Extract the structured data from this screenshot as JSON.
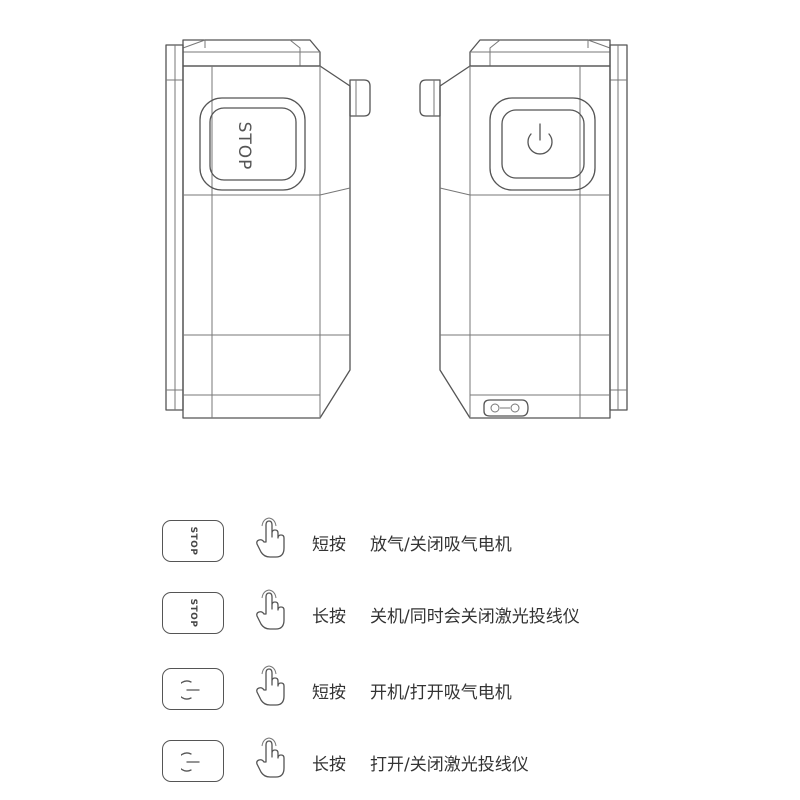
{
  "device": {
    "left_button_label": "STOP",
    "left_icon": "stop-button",
    "right_icon": "power-icon"
  },
  "legend": [
    {
      "button": "STOP",
      "icon": "stop-button",
      "gesture": "finger-press-icon",
      "press": "短按",
      "action": "放气/关闭吸气电机"
    },
    {
      "button": "STOP",
      "icon": "stop-button",
      "gesture": "finger-press-icon",
      "press": "长按",
      "action": "关机/同时会关闭激光投线仪"
    },
    {
      "button": "",
      "icon": "power-icon",
      "gesture": "finger-press-icon",
      "press": "短按",
      "action": "开机/打开吸气电机"
    },
    {
      "button": "",
      "icon": "power-icon",
      "gesture": "finger-press-icon",
      "press": "长按",
      "action": "打开/关闭激光投线仪"
    }
  ],
  "colors": {
    "line": "#555555",
    "text": "#333333",
    "background": "#ffffff"
  }
}
